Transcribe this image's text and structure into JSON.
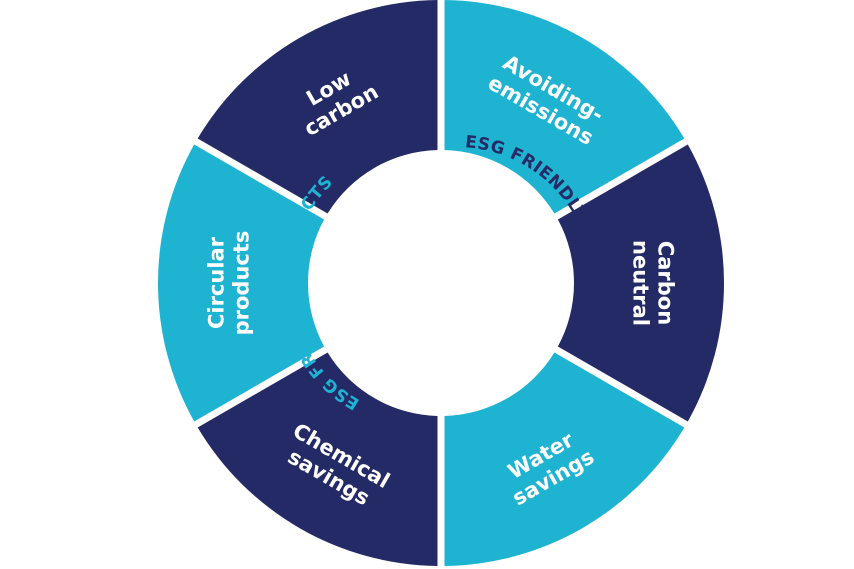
{
  "colors": {
    "dark": "#242a66",
    "light": "#1fb3d2",
    "background": "#ffffff"
  },
  "segments": [
    {
      "id": "avoiding-emissions",
      "lines": [
        "Avoiding-",
        "emissions"
      ],
      "tone": "light"
    },
    {
      "id": "carbon-neutral",
      "lines": [
        "Carbon",
        "neutral"
      ],
      "tone": "dark"
    },
    {
      "id": "water-savings",
      "lines": [
        "Water",
        "savings"
      ],
      "tone": "light"
    },
    {
      "id": "chemical-savings",
      "lines": [
        "Chemical",
        "savings"
      ],
      "tone": "dark"
    },
    {
      "id": "circular-products",
      "lines": [
        "Circular",
        "products"
      ],
      "tone": "light"
    },
    {
      "id": "low-carbon",
      "lines": [
        "Low",
        "carbon"
      ],
      "tone": "dark"
    }
  ],
  "center_ring": [
    {
      "id": "ring-text-dark",
      "text": "ESG FRIENDLY PRODUCTS",
      "tone": "dark"
    },
    {
      "id": "ring-text-light",
      "text": "ESG FRIENDLY PRODUCTS",
      "tone": "light"
    }
  ]
}
